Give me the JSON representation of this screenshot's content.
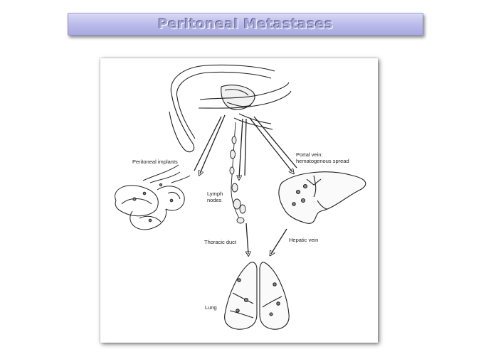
{
  "slide": {
    "title": "Peritoneal Metastases"
  },
  "figure": {
    "labels": {
      "peritoneal_implants": "Peritoneal implants",
      "portal_vein_line1": "Portal vein:",
      "portal_vein_line2": "hematogenous spread",
      "lymph_line1": "Lymph",
      "lymph_line2": "nodes",
      "thoracic_duct": "Thoracic duct",
      "hepatic_vein": "Hepatic vein",
      "lung": "Lung"
    },
    "icons": [
      "stomach-colon-icon",
      "intestine-icon",
      "liver-icon",
      "lymph-node-chain-icon",
      "lungs-icon",
      "arrow-icon"
    ]
  }
}
